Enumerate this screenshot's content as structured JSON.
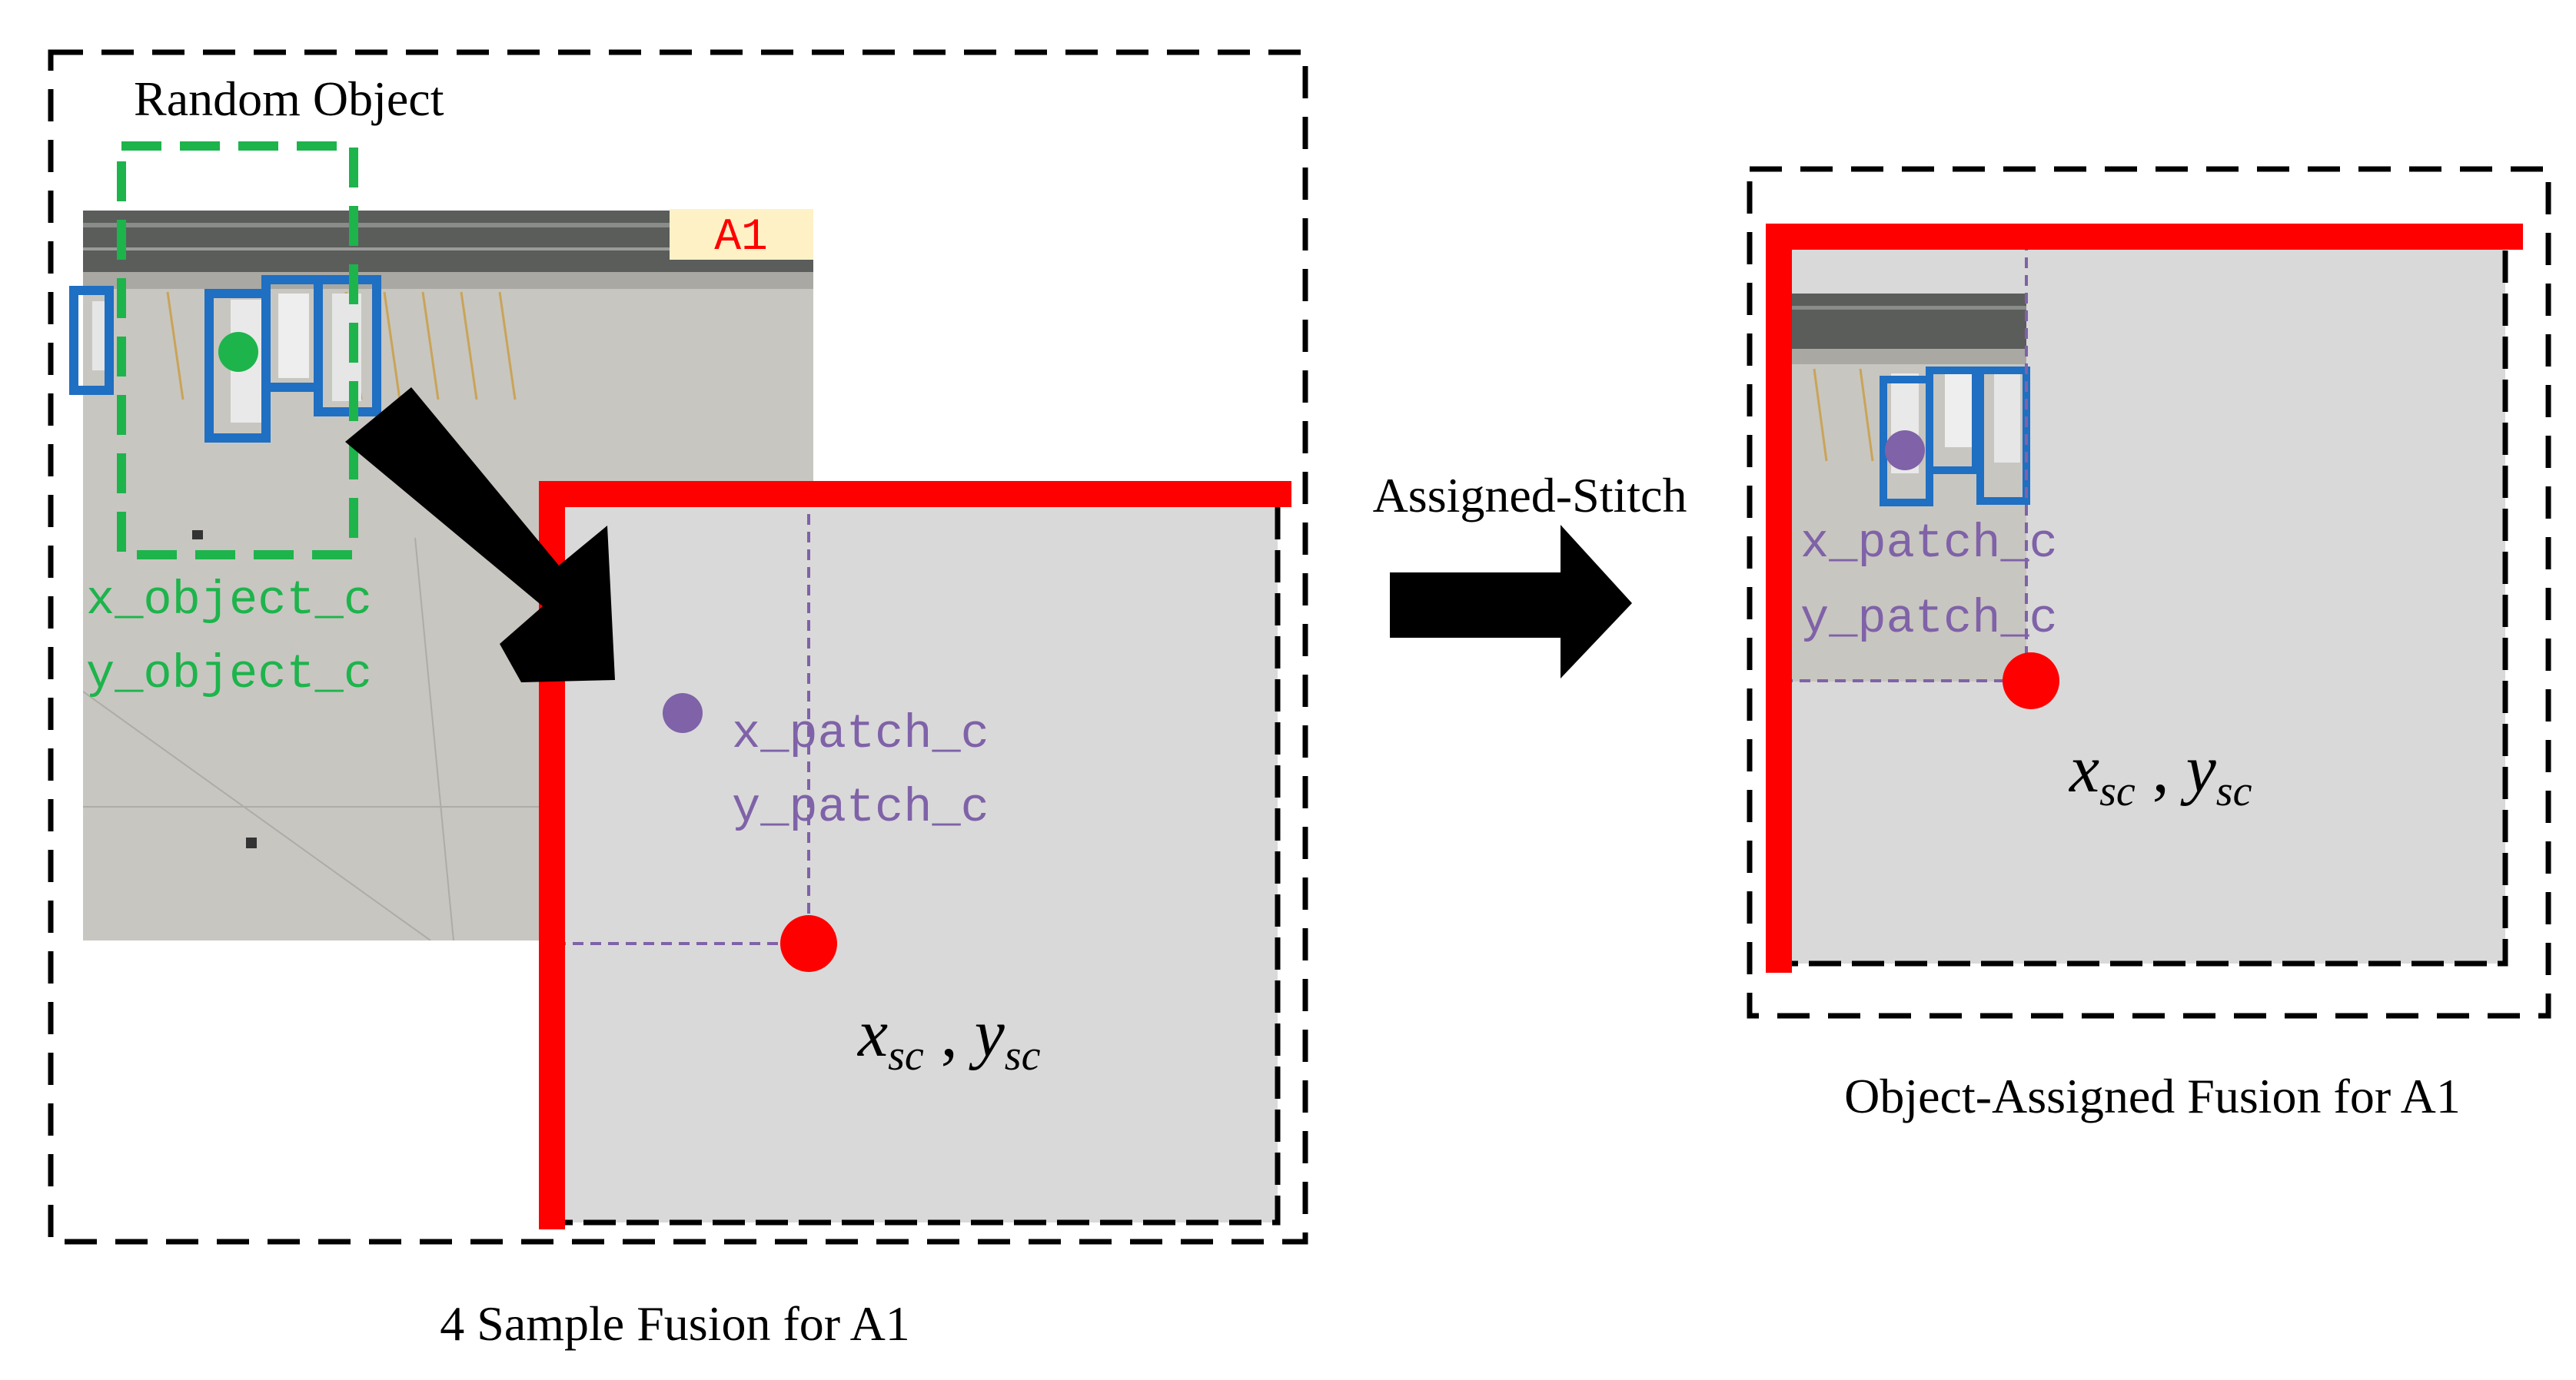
{
  "left_panel": {
    "caption": "4 Sample Fusion for A1",
    "random_object_label": "Random Object",
    "image_tag": "A1",
    "object_center_x": "x_object_c",
    "object_center_y": "y_object_c",
    "patch_center_x": "x_patch_c",
    "patch_center_y": "y_patch_c",
    "stitch_point": {
      "x": "x",
      "x_sub": "sc",
      "sep": " , ",
      "y": "y",
      "y_sub": "sc"
    }
  },
  "middle": {
    "arrow_label": "Assigned-Stitch"
  },
  "right_panel": {
    "caption": "Object-Assigned Fusion for A1",
    "patch_center_x": "x_patch_c",
    "patch_center_y": "y_patch_c",
    "stitch_point": {
      "x": "x",
      "x_sub": "sc",
      "sep": " , ",
      "y": "y",
      "y_sub": "sc"
    }
  },
  "colors": {
    "object_box": "#1f6fc2",
    "object_center": "#1db44c",
    "random_object_box": "#1db44c",
    "stitch_border": "#ff0000",
    "patch_center": "#7f62a8",
    "patch_region": "#d9d9d9",
    "dashed_frame": "#000000",
    "tag_bg": "#fff1c6",
    "tag_text": "#ff0000"
  }
}
